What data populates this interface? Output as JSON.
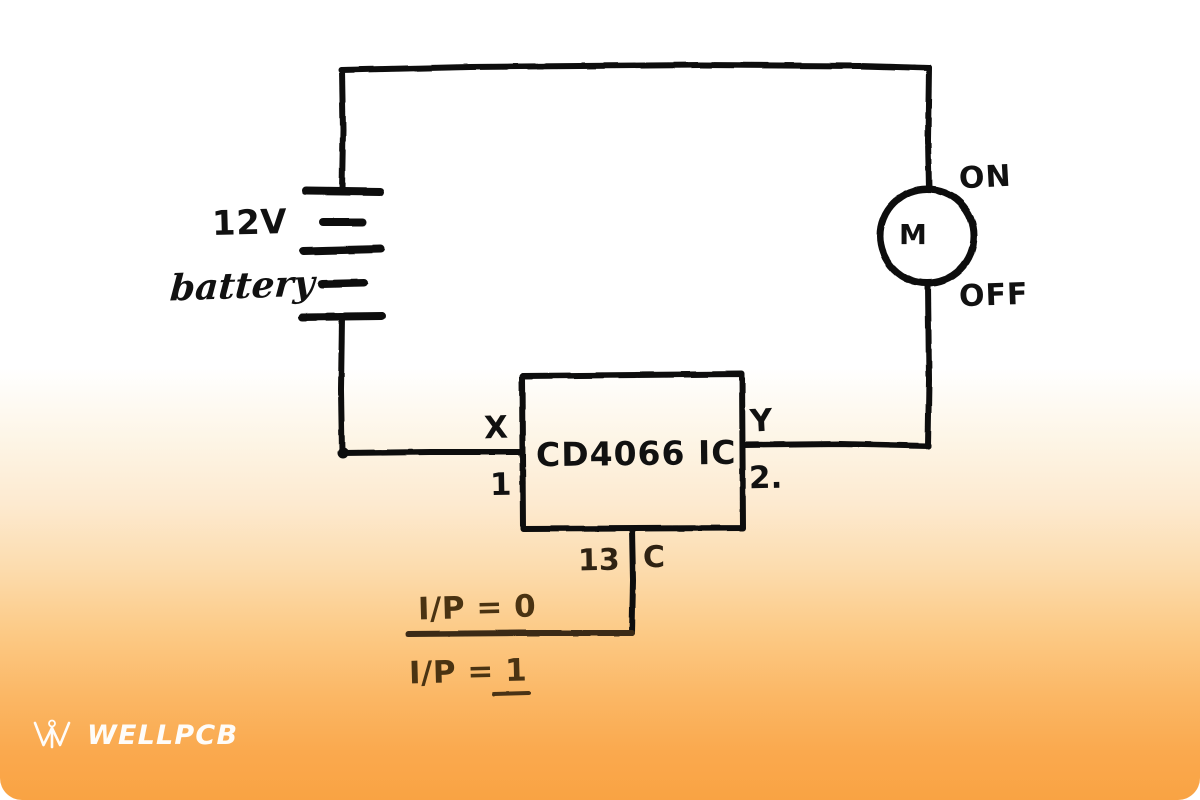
{
  "page": {
    "title": "CD4066 IC analog switch motor control circuit (hand-drawn)",
    "background_top_color": "#ffffff",
    "background_bottom_color": "#f9a343",
    "ink_color": "#111111"
  },
  "circuit": {
    "battery": {
      "voltage_label": "12V",
      "name_label": "battery",
      "plate_count": 5
    },
    "motor": {
      "symbol_label": "M",
      "state_on_label": "ON",
      "state_off_label": "OFF"
    },
    "ic": {
      "name_label": "CD4066 IC",
      "pin_in_name": "X",
      "pin_in_number": "1",
      "pin_out_name": "Y",
      "pin_out_number": "2.",
      "pin_control_number": "13",
      "pin_control_name": "C"
    },
    "control_input": {
      "low_label": "I/P = 0",
      "high_label": "I/P = 1"
    }
  },
  "watermark": {
    "brand": "WELLPCB",
    "logo_icon": "wellpcb-w-logo-icon"
  }
}
